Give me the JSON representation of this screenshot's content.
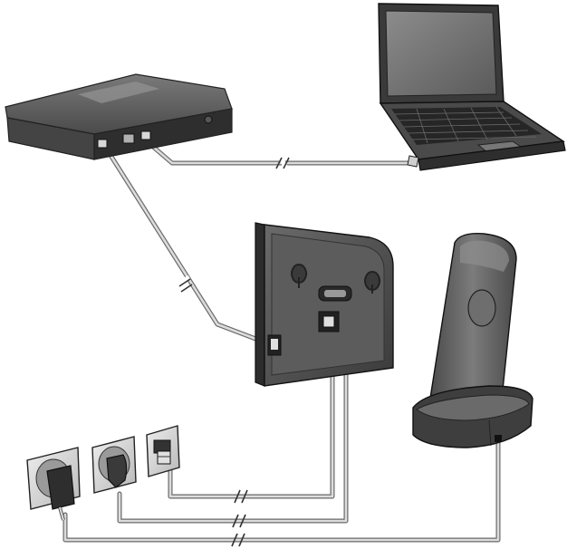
{
  "diagram": {
    "devices": [
      {
        "id": "router",
        "icon": "router-icon"
      },
      {
        "id": "laptop",
        "icon": "laptop-icon"
      },
      {
        "id": "base-station",
        "icon": "base-station-icon"
      },
      {
        "id": "handset-charger",
        "icon": "handset-charger-icon"
      },
      {
        "id": "power-outlet-1",
        "icon": "power-outlet-icon"
      },
      {
        "id": "power-outlet-2",
        "icon": "power-outlet-icon"
      },
      {
        "id": "telephone-jack",
        "icon": "telephone-jack-icon"
      }
    ],
    "connections": [
      {
        "from": "router",
        "to": "laptop"
      },
      {
        "from": "router",
        "to": "base-station"
      },
      {
        "from": "base-station",
        "to": "telephone-jack"
      },
      {
        "from": "base-station",
        "to": "power-outlet-2"
      },
      {
        "from": "handset-charger",
        "to": "power-outlet-1"
      }
    ],
    "colors": {
      "device_dark": "#3c3c3c",
      "device_mid": "#585858",
      "device_light": "#8a8a8a",
      "cable_outline": "#6a6a6a",
      "cable_fill": "#dcdcdc",
      "background": "#ffffff"
    }
  }
}
